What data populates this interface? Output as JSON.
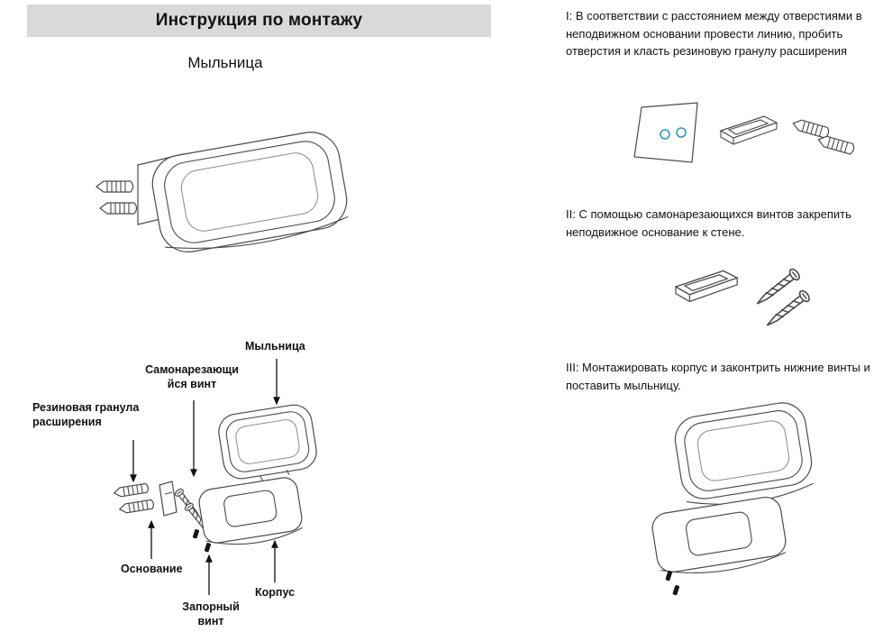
{
  "colors": {
    "header-bg": "#d9d9d9",
    "hole-accent": "#2e9bc0",
    "line": "#4a4a4a",
    "text": "#111111"
  },
  "header": {
    "title": "Инструкция по монтажу"
  },
  "product": {
    "subtitle": "Мыльница"
  },
  "exploded": {
    "labels": {
      "soap_dish": "Мыльница",
      "self_tapping_screw": "Самонарезающи\nйся винт",
      "expansion_plug": "Резиновая гранула\nрасширения",
      "base": "Основание",
      "locking_screw": "Запорный\nвинт",
      "body": "Корпус"
    }
  },
  "steps": [
    {
      "text": "I: В соответствии с расстоянием между отверстиями в неподвижном основании провести линию, пробить отверстия и класть резиновую гранулу расширения"
    },
    {
      "text": "II: С помощью самонарезающихся винтов закрепить неподвижное основание к стене."
    },
    {
      "text": "III: Монтажировать корпус и законтрить нижние винты и поставить мыльницу."
    }
  ]
}
